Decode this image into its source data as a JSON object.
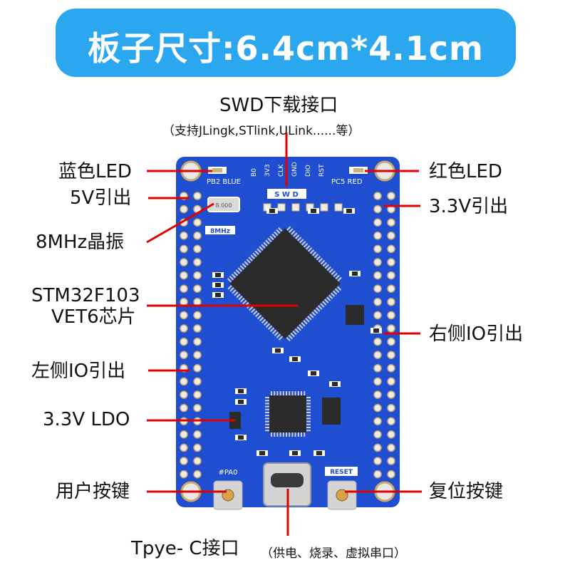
{
  "banner": {
    "title": "板子尺寸:6.4cm*4.1cm"
  },
  "labels": {
    "swd_title": "SWD下载接口",
    "swd_sub": "（支持JLingk,STlink,ULink......等）",
    "blue_led": "蓝色LED",
    "red_led": "红色LED",
    "v5_out": "5V引出",
    "v33_out": "3.3V引出",
    "crystal": "8MHz晶振",
    "chip_line1": "STM32F103",
    "chip_line2": "VET6芯片",
    "right_io": "右侧IO引出",
    "left_io": "左侧IO引出",
    "ldo": "3.3V LDO",
    "user_key": "用户按键",
    "reset_key": "复位按键",
    "typec": "Tpye- C接口",
    "typec_sub": "（供电、烧录、虚拟串口）"
  },
  "board": {
    "silk_pb2": "PB2 BLUE",
    "silk_pc5": "PC5 RED",
    "silk_swd": "S W D",
    "silk_8mhz": "8MHz",
    "silk_pa0": "#PA0",
    "silk_reset": "RESET",
    "silk_pins": [
      "B0",
      "3V3",
      "CLK",
      "GND",
      "DIO",
      "RST"
    ],
    "crystal_text": "8.000",
    "pcb_color": "#1f4fd0",
    "accent_red": "#e00000"
  }
}
